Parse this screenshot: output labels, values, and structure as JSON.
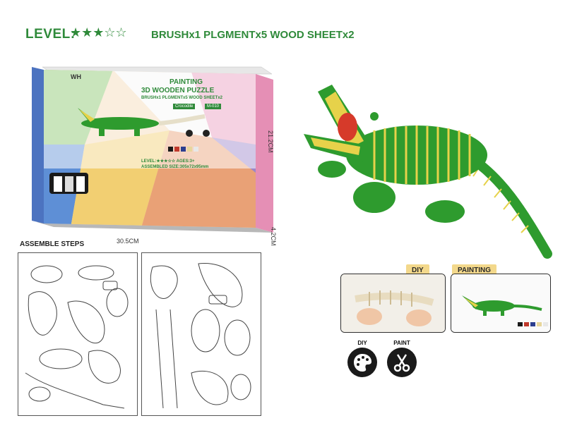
{
  "header": {
    "level_label": "LEVEL:",
    "stars": "★★★☆☆",
    "contents": "BRUSHx1 PLGMENTx5 WOOD SHEETx2"
  },
  "box": {
    "brand": "WH",
    "title_line1": "PAINTING",
    "title_line2": "3D WOODEN PUZZLE",
    "contents_line": "BRUSHx1 PLGMENTx5 WOOD SHEETx2",
    "product_name": "Crocodile",
    "model": "M-010",
    "level_line": "LEVEL:★★★☆☆  AGES:3+",
    "assembled_size": "ASSEMBLED SIZE:305x72x95mm"
  },
  "dimensions": {
    "width": "30.5CM",
    "height": "21.2CM",
    "depth": "4.2CM"
  },
  "steps_label": "ASSEMBLE STEPS",
  "tags": {
    "diy": "DIY",
    "painting": "PAINTING"
  },
  "icons": {
    "diy_label": "DIY",
    "paint_label": "PAINT"
  },
  "colors": {
    "brand_green": "#2f8a3a",
    "croc_green": "#2e9b2e",
    "croc_yellow": "#e6d24a",
    "tag_yellow": "#f3d88b"
  }
}
